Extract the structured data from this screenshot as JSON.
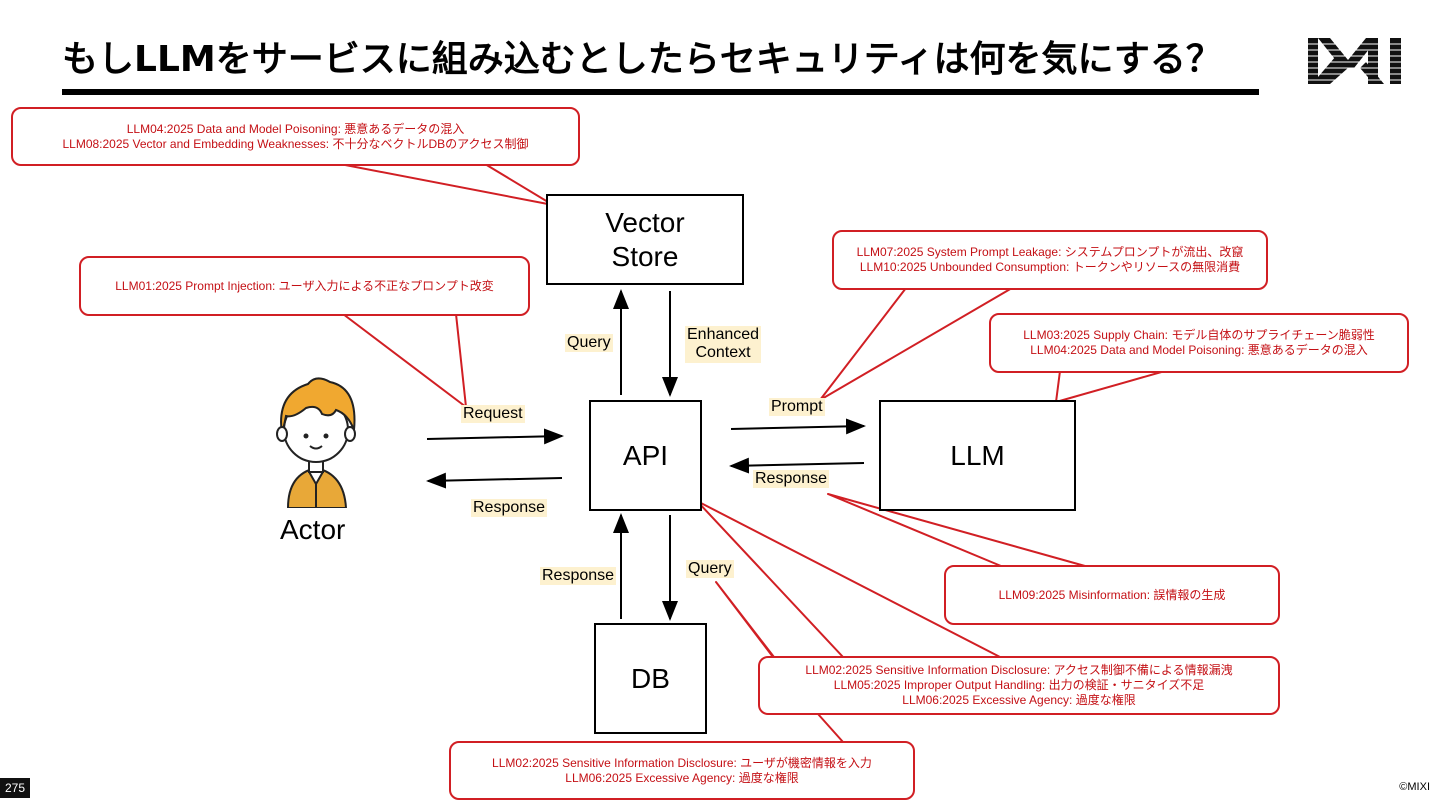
{
  "title": "もしLLMをサービスに組み込むとしたらセキュリティは何を気にする？",
  "logo_text": "MIXI",
  "page_number": "275",
  "copyright": "©MIXI",
  "nodes": {
    "vector_store": "Vector\nStore",
    "api": "API",
    "llm": "LLM",
    "db": "DB",
    "actor": "Actor"
  },
  "edge_labels": {
    "request": "Request",
    "response_actor": "Response",
    "query_vector": "Query",
    "enhanced_context_1": "Enhanced",
    "enhanced_context_2": "Context",
    "prompt": "Prompt",
    "response_llm": "Response",
    "response_db": "Response",
    "query_db": "Query"
  },
  "callouts": {
    "vector_store": [
      "LLM04:2025 Data and Model Poisoning: 悪意あるデータの混入",
      "LLM08:2025 Vector and Embedding Weaknesses: 不十分なベクトルDBのアクセス制御"
    ],
    "prompt_injection": [
      "LLM01:2025 Prompt Injection: ユーザ入力による不正なプロンプト改変"
    ],
    "prompt_leakage": [
      "LLM07:2025 System Prompt Leakage: システムプロンプトが流出、改竄",
      "LLM10:2025 Unbounded Consumption: トークンやリソースの無限消費"
    ],
    "supply_chain": [
      "LLM03:2025 Supply Chain: モデル自体のサプライチェーン脆弱性",
      "LLM04:2025 Data and Model Poisoning: 悪意あるデータの混入"
    ],
    "misinformation": [
      "LLM09:2025 Misinformation: 誤情報の生成"
    ],
    "api_output": [
      "LLM02:2025 Sensitive Information Disclosure: アクセス制御不備による情報漏洩",
      "LLM05:2025 Improper Output Handling: 出力の検証・サニタイズ不足",
      "LLM06:2025 Excessive Agency: 過度な権限"
    ],
    "db_query": [
      "LLM02:2025 Sensitive Information Disclosure: ユーザが機密情報を入力",
      "LLM06:2025 Excessive Agency: 過度な権限"
    ]
  },
  "colors": {
    "callout_red": "#d11f24",
    "label_highlight": "#fdf1cf",
    "actor_hair": "#f0a830",
    "actor_body": "#e8a838"
  }
}
